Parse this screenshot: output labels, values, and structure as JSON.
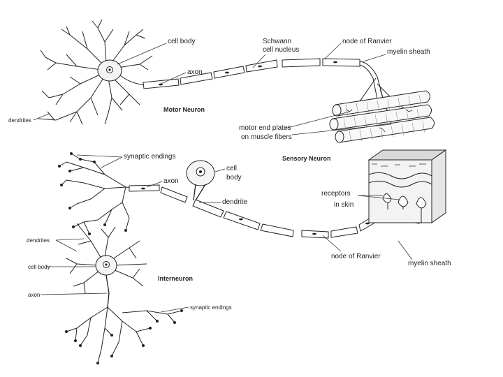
{
  "motor": {
    "title": "Motor Neuron",
    "cell_body": "cell body",
    "schwann_line1": "Schwann",
    "schwann_line2": "cell nucleus",
    "node": "node of Ranvier",
    "myelin": "myelin sheath",
    "axon": "axon",
    "dendrites": "dendrites",
    "endplates_line1": "motor end plates",
    "endplates_line2": "on muscle fibers"
  },
  "sensory": {
    "title": "Sensory Neuron",
    "synaptic": "synaptic endings",
    "axon": "axon",
    "cell_line1": "cell",
    "cell_line2": "body",
    "dendrite": "dendrite",
    "receptors_line1": "receptors",
    "receptors_line2": "in skin",
    "node": "node of Ranvier",
    "myelin": "myelin sheath"
  },
  "inter": {
    "title": "Interneuron",
    "dendrites": "dendrites",
    "cell_body": "cell body",
    "axon": "axon",
    "synaptic": "synaptic endings"
  }
}
